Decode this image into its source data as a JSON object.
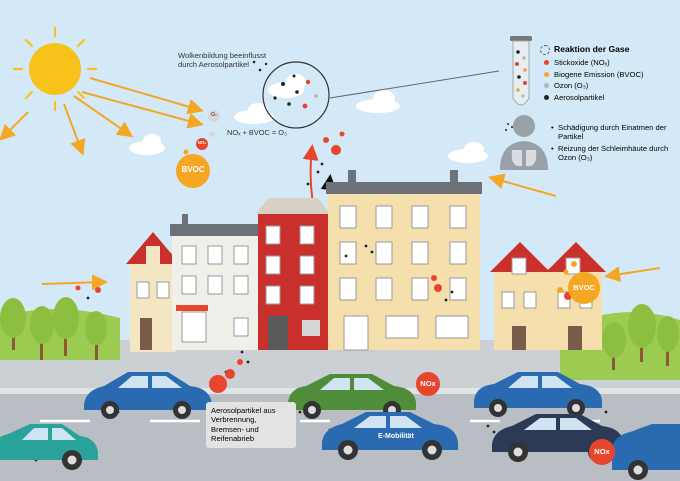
{
  "labels": {
    "cloud_note": "Wolkenbildung beeinflusst durch Aerosolpartikel",
    "formula": "NOₓ + BVOC = O₃",
    "caption": "Aerosolpartikel aus Verbrennung, Bremsen- und Reifenabrieb",
    "emobility": "E-Mobilität"
  },
  "legend": {
    "title": "Reaktion der Gase",
    "items": [
      {
        "label": "Stickoxide (NOₓ)",
        "color": "#e8452c"
      },
      {
        "label": "Biogene Emission (BVOC)",
        "color": "#f5a623"
      },
      {
        "label": "Ozon (O₃)",
        "color": "#b5b5b5"
      },
      {
        "label": "Aerosolpartikel",
        "color": "#222222"
      }
    ]
  },
  "health": [
    "Schädigung durch Einatmen der Partikel",
    "Reizung der Schleimhäute durch Ozon (O₃)"
  ],
  "badges": {
    "bvoc_left": "BVOC",
    "bvoc_right": "BVOC",
    "nox_small": "NO₂",
    "o2_small": "O₂",
    "nox_mid": "NOx",
    "nox_right": "NOx"
  },
  "colors": {
    "sky": "#d4e9f7",
    "sun": "#f7c21a",
    "road": "#b8bec4",
    "nox": "#e8452c",
    "bvoc": "#f5a623",
    "arrow": "#f5a623",
    "car_blue": "#2a6ab0",
    "car_green": "#4f8d3a",
    "car_teal": "#2aa39a",
    "car_navy": "#2c3a56",
    "tree": "#8cbf3f"
  },
  "icons": [
    "sun-icon",
    "cloud-icon",
    "test-tube-icon",
    "person-lungs-icon",
    "magnifier-circle-icon"
  ]
}
